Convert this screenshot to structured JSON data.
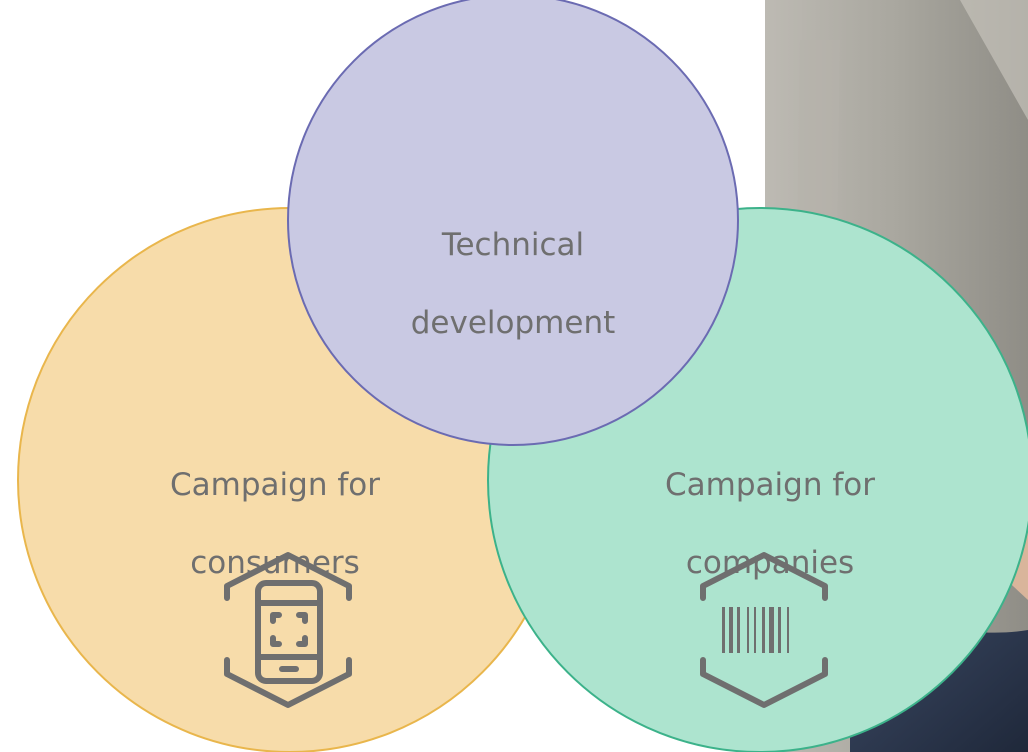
{
  "diagram": {
    "circles": [
      {
        "id": "technical",
        "label_lines": [
          "Technical",
          "development"
        ],
        "fill": "#c9c9e3",
        "stroke": "#6b6bb2"
      },
      {
        "id": "consumers",
        "label_lines": [
          "Campaign for",
          "consumers"
        ],
        "fill": "#f7dcaa",
        "stroke": "#e9b64c",
        "icon": "smartphone-scan-icon"
      },
      {
        "id": "companies",
        "label_lines": [
          "Campaign for",
          "companies"
        ],
        "fill": "#ade4cf",
        "stroke": "#3cb28a",
        "icon": "barcode-icon"
      }
    ],
    "icon_color": "#6f6f6f"
  }
}
